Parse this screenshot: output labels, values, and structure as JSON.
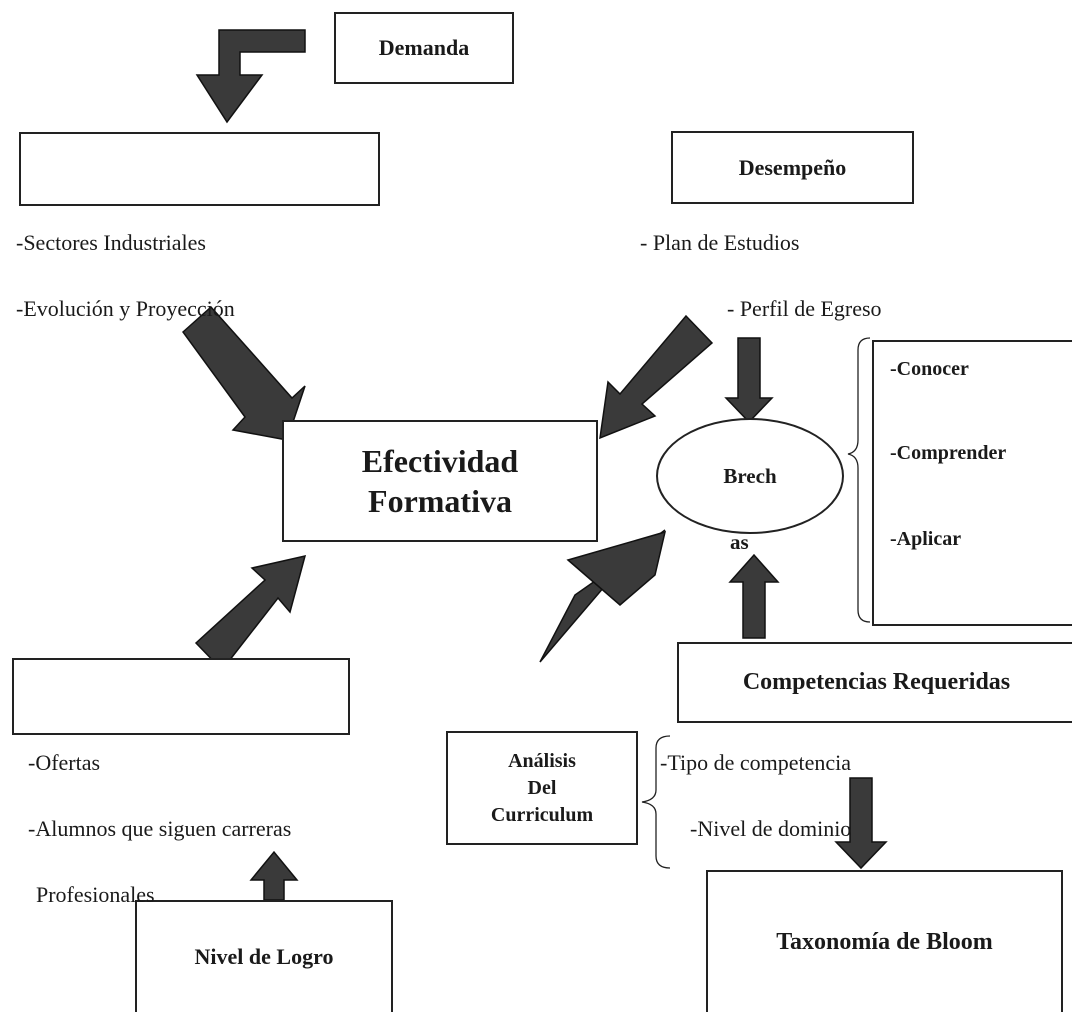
{
  "boxes": {
    "demanda": "Demanda",
    "desempeno": "Desempeño",
    "efectividad_line1": "Efectividad",
    "efectividad_line2": "Formativa",
    "brechas_part1": "Brech",
    "brechas_part2": "as",
    "competencias": "Competencias Requeridas",
    "analisis_line1": "Análisis",
    "analisis_line2": "Del",
    "analisis_line3": "Curriculum",
    "nivel_logro": "Nivel de Logro",
    "taxonomia": "Taxonomía de Bloom"
  },
  "left_top_list": [
    "-Sectores Industriales",
    "-Evolución y Proyección"
  ],
  "right_top_list": [
    "- Plan de Estudios",
    "- Perfil de Egreso"
  ],
  "bloom_levels": [
    "-Conocer",
    "-Comprender",
    "-Aplicar"
  ],
  "left_bottom_list": [
    "-Ofertas",
    "-Alumnos que siguen carreras",
    "Profesionales"
  ],
  "analysis_items": [
    "-Tipo de competencia",
    "-Nivel de dominio"
  ]
}
